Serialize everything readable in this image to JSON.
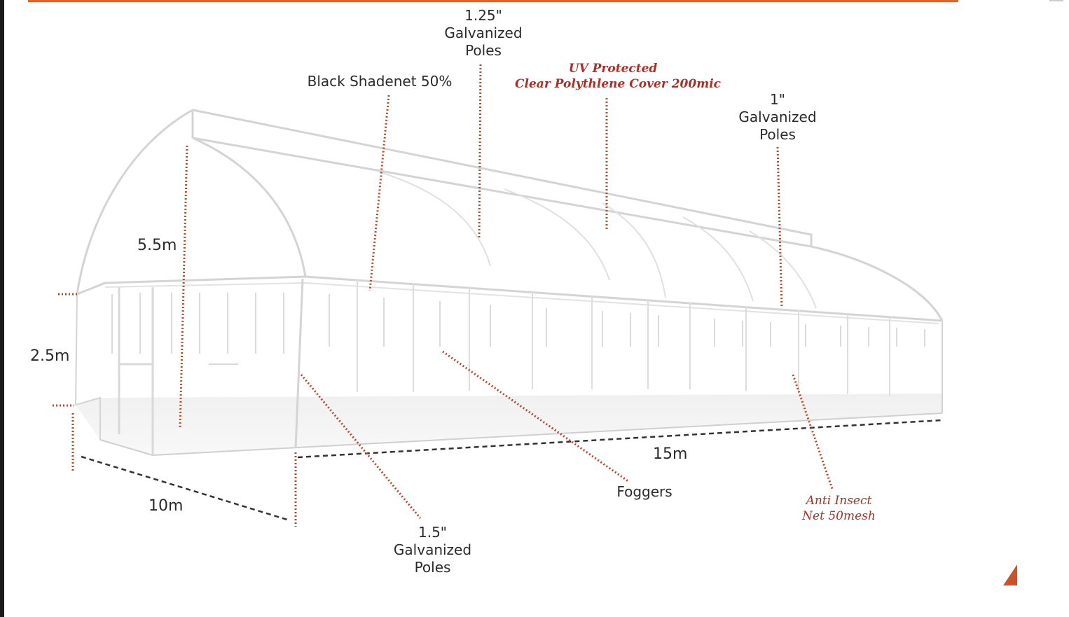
{
  "colors": {
    "accent": "#e8602c",
    "leader": "#b34a2e",
    "label_red": "#a8302a",
    "frame": "#d9d9d9",
    "text": "#2a2a2a"
  },
  "labels": {
    "poles_125": [
      "1.25\"",
      "Galvanized",
      "Poles"
    ],
    "shadenet": "Black Shadenet 50%",
    "uv_cover": [
      "UV Protected",
      "Clear Polythlene Cover 200mic"
    ],
    "poles_1": [
      "1\"",
      "Galvanized",
      "Poles"
    ],
    "poles_15": [
      "1.5\"",
      "Galvanized",
      "Poles"
    ],
    "foggers": "Foggers",
    "anti_insect": [
      "Anti Insect",
      "Net 50mesh"
    ]
  },
  "dimensions": {
    "height_total": "5.5m",
    "height_side": "2.5m",
    "width": "10m",
    "length": "15m"
  }
}
